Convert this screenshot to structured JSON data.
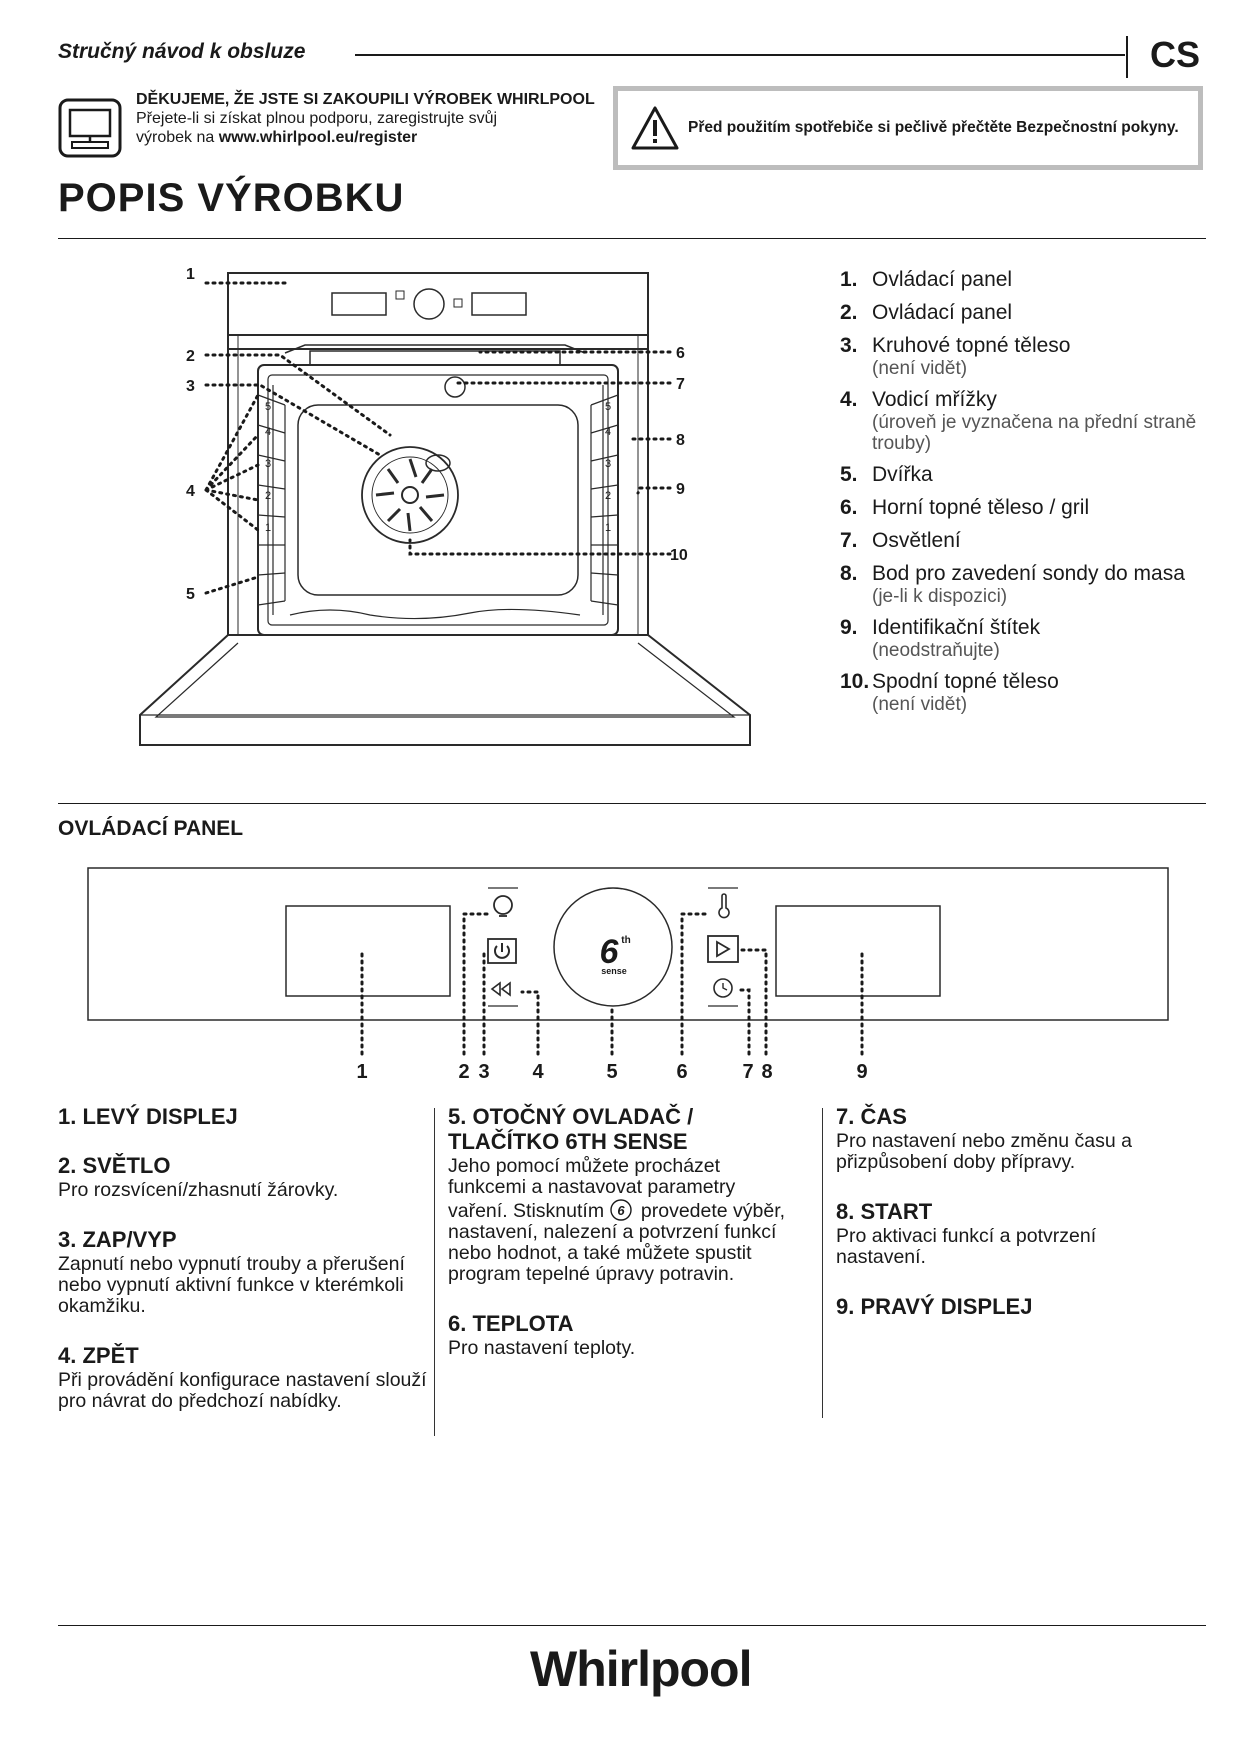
{
  "header": {
    "title": "Stručný návod k obsluze",
    "lang": "CS"
  },
  "thanks": {
    "heading": "DĚKUJEME, ŽE JSTE SI ZAKOUPILI VÝROBEK WHIRLPOOL",
    "line1": "Přejete-li si získat plnou podporu, zaregistrujte svůj",
    "line2_prefix": "výrobek na ",
    "url": "www.whirlpool.eu/register"
  },
  "warning": {
    "text": "Před použitím spotřebiče si pečlivě přečtěte Bezpečnostní pokyny."
  },
  "section1": {
    "title": "POPIS VÝROBKU"
  },
  "parts": [
    {
      "num": "1.",
      "label": "Ovládací panel",
      "sub": ""
    },
    {
      "num": "2.",
      "label": "Ovládací panel",
      "sub": ""
    },
    {
      "num": "3.",
      "label": "Kruhové topné těleso",
      "sub": "(není vidět)"
    },
    {
      "num": "4.",
      "label": "Vodicí mřížky",
      "sub": "(úroveň je vyznačena na přední straně trouby)"
    },
    {
      "num": "5.",
      "label": "Dvířka",
      "sub": ""
    },
    {
      "num": "6.",
      "label": "Horní topné těleso / gril",
      "sub": ""
    },
    {
      "num": "7.",
      "label": "Osvětlení",
      "sub": ""
    },
    {
      "num": "8.",
      "label": "Bod pro zavedení sondy do masa",
      "sub": "(je-li k dispozici)"
    },
    {
      "num": "9.",
      "label": "Identifikační štítek",
      "sub": "(neodstraňujte)"
    },
    {
      "num": "10.",
      "label": "Spodní topné těleso",
      "sub": "(není vidět)"
    }
  ],
  "oven_callouts": [
    "1",
    "2",
    "3",
    "4",
    "5",
    "6",
    "7",
    "8",
    "9",
    "10"
  ],
  "shelf_levels": [
    "5",
    "4",
    "3",
    "2",
    "1"
  ],
  "section2": {
    "title": "OVLÁDACÍ PANEL"
  },
  "panel_callouts": [
    "1",
    "2",
    "3",
    "4",
    "5",
    "6",
    "7",
    "8",
    "9"
  ],
  "knob_text": {
    "big": "6",
    "sup": "th",
    "small": "sense"
  },
  "controls": {
    "col1": [
      {
        "title": "1. LEVÝ DISPLEJ",
        "text": ""
      },
      {
        "title": "2. SVĚTLO",
        "text": "Pro rozsvícení/zhasnutí žárovky."
      },
      {
        "title": "3. ZAP/VYP",
        "text": "Zapnutí nebo vypnutí trouby a přerušení nebo vypnutí aktivní funkce v kterémkoli okamžiku."
      },
      {
        "title": "4. ZPĚT",
        "text": "Při provádění konfigurace nastavení slouží pro návrat do předchozí nabídky."
      }
    ],
    "col2": [
      {
        "title": "5. OTOČNÝ OVLADAČ / TLAČÍTKO 6TH SENSE",
        "text_a": "Jeho pomocí můžete procházet funkcemi a nastavovat parametry vaření. Stisknutím",
        "text_b": "provedete výběr, nastavení, nalezení a potvrzení funkcí nebo hodnot, a také můžete spustit program tepelné úpravy potravin."
      },
      {
        "title": "6. TEPLOTA",
        "text": "Pro nastavení teploty."
      }
    ],
    "col3": [
      {
        "title": "7. ČAS",
        "text": "Pro nastavení nebo změnu času a přizpůsobení doby přípravy."
      },
      {
        "title": "8. START",
        "text": "Pro aktivaci funkcí a potvrzení nastavení."
      },
      {
        "title": "9. PRAVÝ DISPLEJ",
        "text": ""
      }
    ]
  },
  "brand": "Whirlpool"
}
